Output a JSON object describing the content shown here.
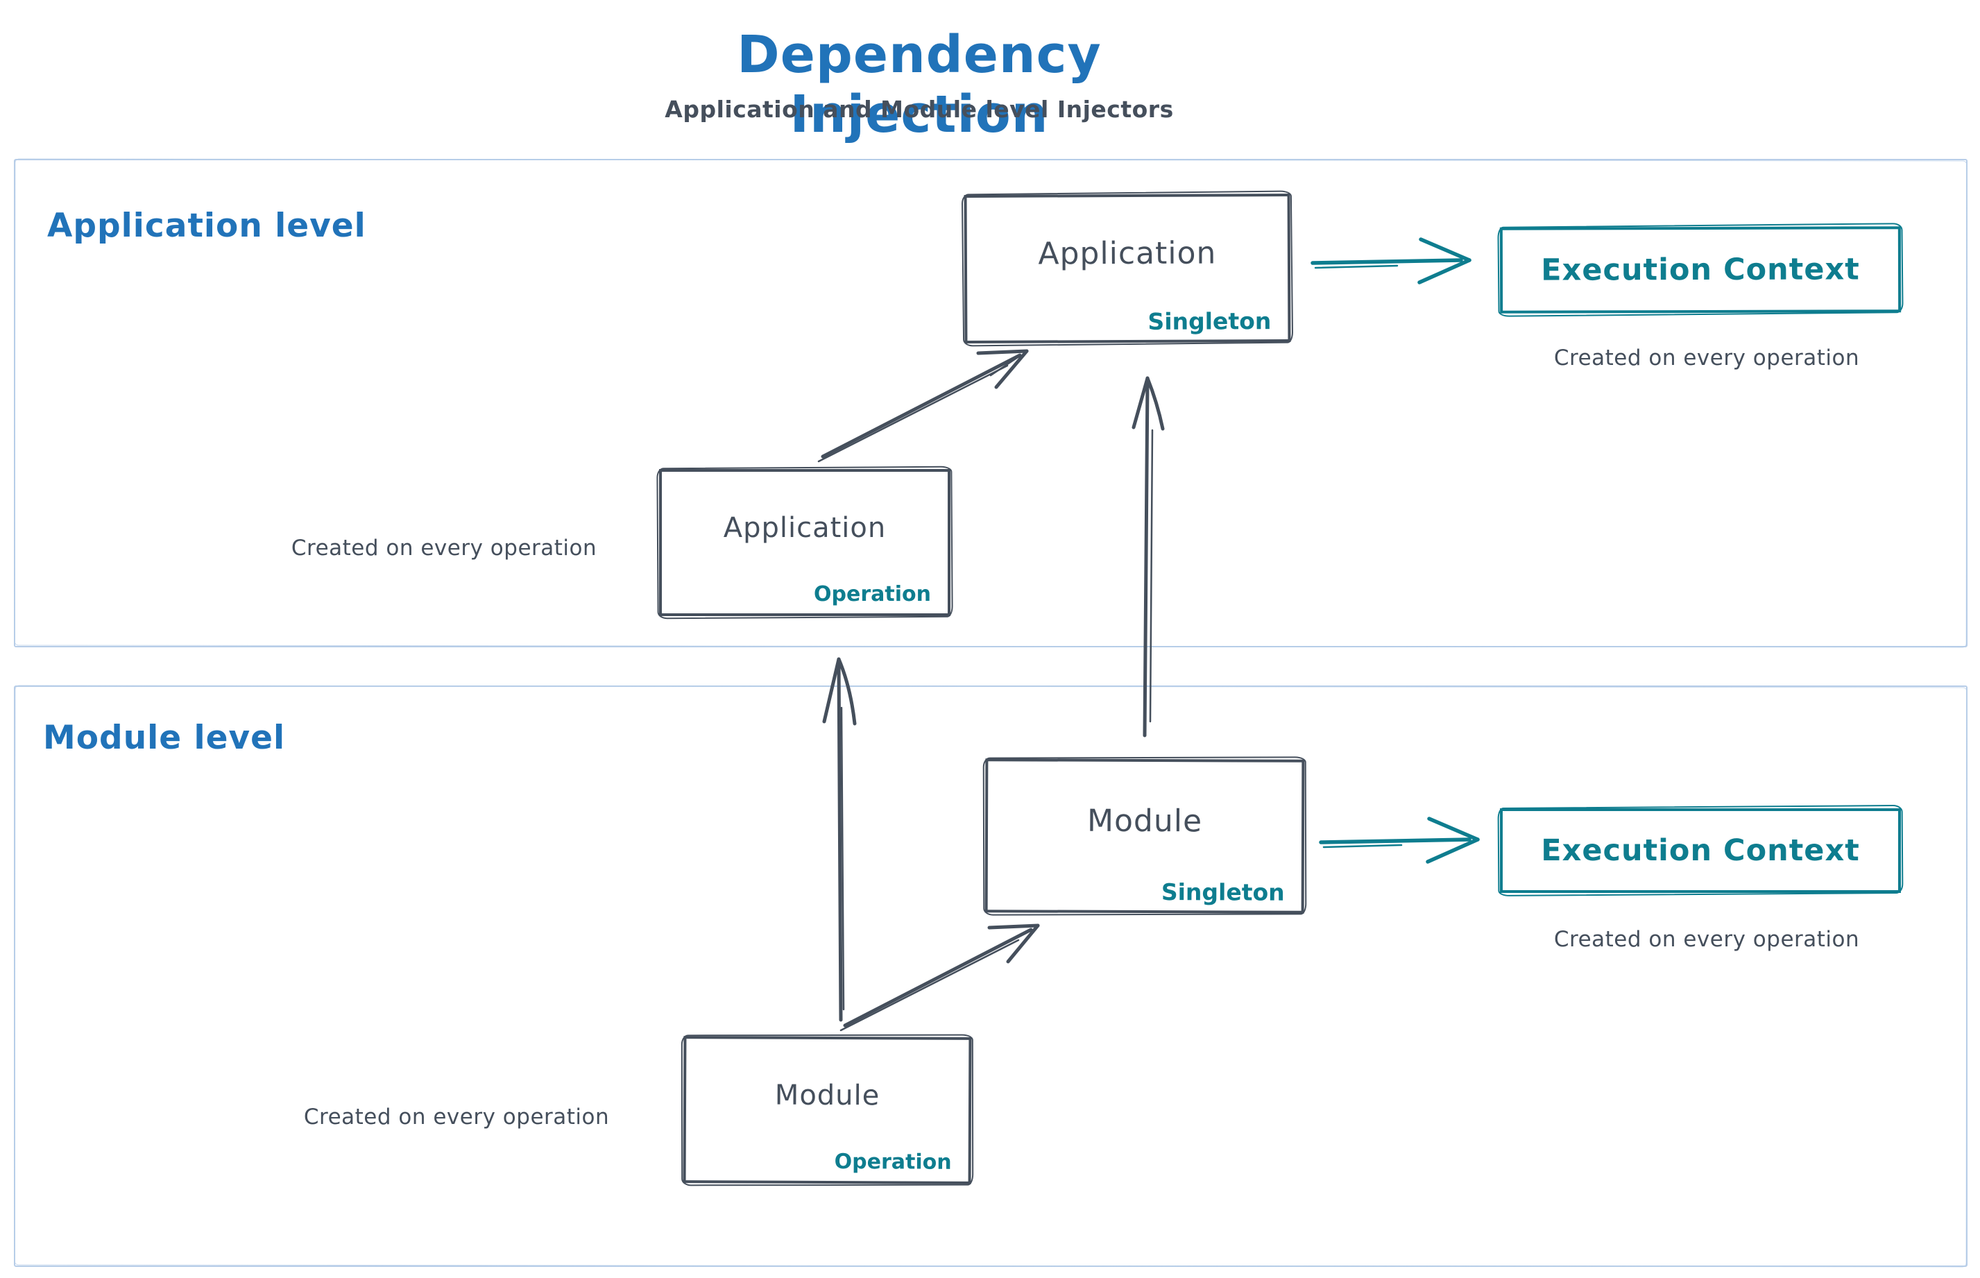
{
  "title": "Dependency Injection",
  "subtitle": "Application and Module level Injectors",
  "colors": {
    "blue": "#2173b9",
    "dark": "#454f5c",
    "teal": "#0e7d8f",
    "container_border": "#b7cde8",
    "background": "#ffffff"
  },
  "sections": {
    "application": {
      "label": "Application level",
      "singleton_box": {
        "name": "Application",
        "scope": "Singleton"
      },
      "operation_box": {
        "name": "Application",
        "scope": "Operation"
      },
      "operation_caption": "Created on every operation",
      "execution_context": {
        "label": "Execution Context",
        "caption": "Created on every operation"
      }
    },
    "module": {
      "label": "Module level",
      "singleton_box": {
        "name": "Module",
        "scope": "Singleton"
      },
      "operation_box": {
        "name": "Module",
        "scope": "Operation"
      },
      "operation_caption": "Created on every operation",
      "execution_context": {
        "label": "Execution Context",
        "caption": "Created on every operation"
      }
    }
  }
}
